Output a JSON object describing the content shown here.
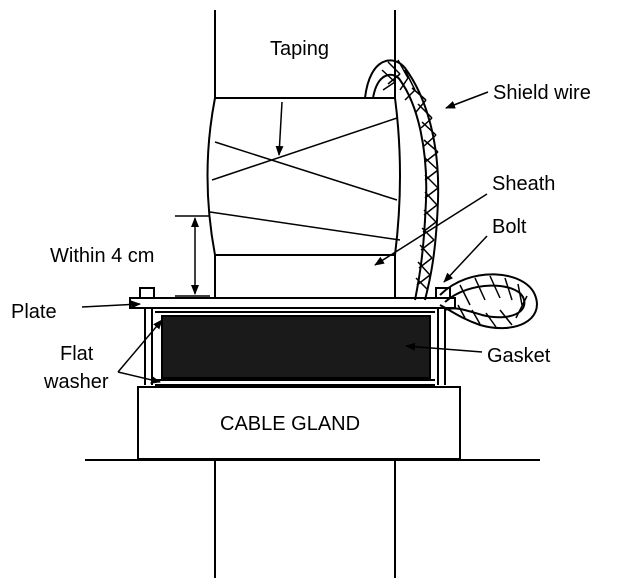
{
  "labels": {
    "taping": "Taping",
    "shield_wire": "Shield wire",
    "sheath": "Sheath",
    "bolt": "Bolt",
    "within": "Within 4 cm",
    "plate": "Plate",
    "flat": "Flat",
    "washer": "washer",
    "gasket": "Gasket",
    "cable_gland": "CABLE GLAND"
  },
  "colors": {
    "line": "#000000",
    "gasket": "#1a1a1a",
    "background": "#ffffff"
  }
}
